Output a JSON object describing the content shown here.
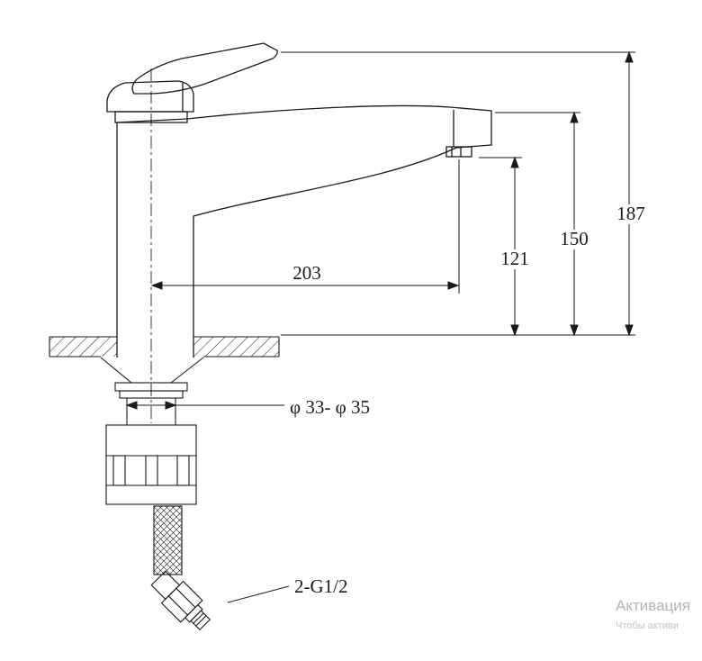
{
  "dimensions": {
    "total_height": "187",
    "spout_height": "150",
    "outlet_height": "121",
    "spout_reach": "203",
    "mounting_hole": "φ 33- φ 35",
    "hose_thread": "2-G1/2"
  },
  "watermark": {
    "line1": "Активация",
    "line2": "Чтобы активи"
  }
}
